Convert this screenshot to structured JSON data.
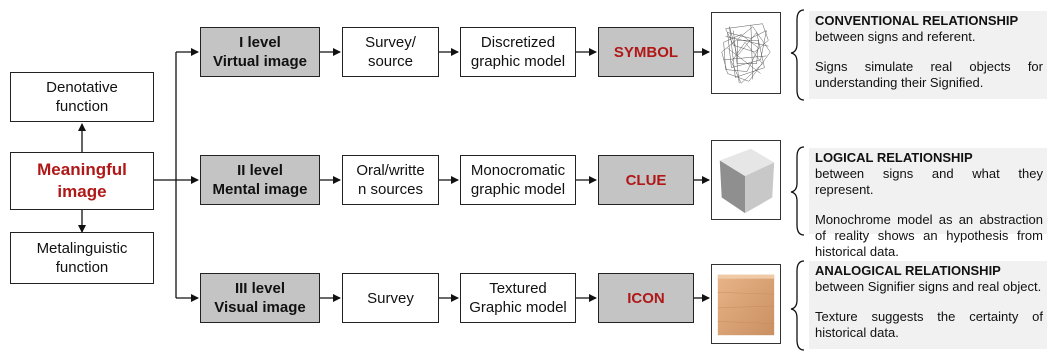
{
  "left": {
    "denotative": "Denotative\nfunction",
    "meaningful": "Meaningful\nimage",
    "metalinguistic": "Metalinguistic\nfunction"
  },
  "rows": [
    {
      "level": "I level\nVirtual image",
      "source": "Survey/\nsource",
      "model": "Discretized\ngraphic model",
      "sign": "SYMBOL",
      "thumb_icon": "wireframe-cube-icon",
      "desc_title": "CONVENTIONAL RELATIONSHIP",
      "desc_text1": "between signs and referent.",
      "desc_text2": "Signs simulate real objects for understanding their Signified."
    },
    {
      "level": "II level\nMental image",
      "source": "Oral/writte\nn sources",
      "model": "Monocromatic\ngraphic model",
      "sign": "CLUE",
      "thumb_icon": "grey-cube-icon",
      "desc_title": "LOGICAL RELATIONSHIP",
      "desc_text1": "between signs and what they represent.",
      "desc_text2": "Monochrome model as an abstraction of reality shows an hypothesis from historical data."
    },
    {
      "level": "III level\nVisual image",
      "source": "Survey",
      "model": "Textured\nGraphic model",
      "sign": "ICON",
      "thumb_icon": "wooden-cube-icon",
      "desc_title": "ANALOGICAL RELATIONSHIP",
      "desc_text1": "between Signifier signs and real object.",
      "desc_text2": "Texture suggests the certainty of historical data."
    }
  ],
  "colors": {
    "highlight_red": "#b01818",
    "grey_box": "#c4c4c4",
    "desc_bg": "#f1f1f1"
  }
}
